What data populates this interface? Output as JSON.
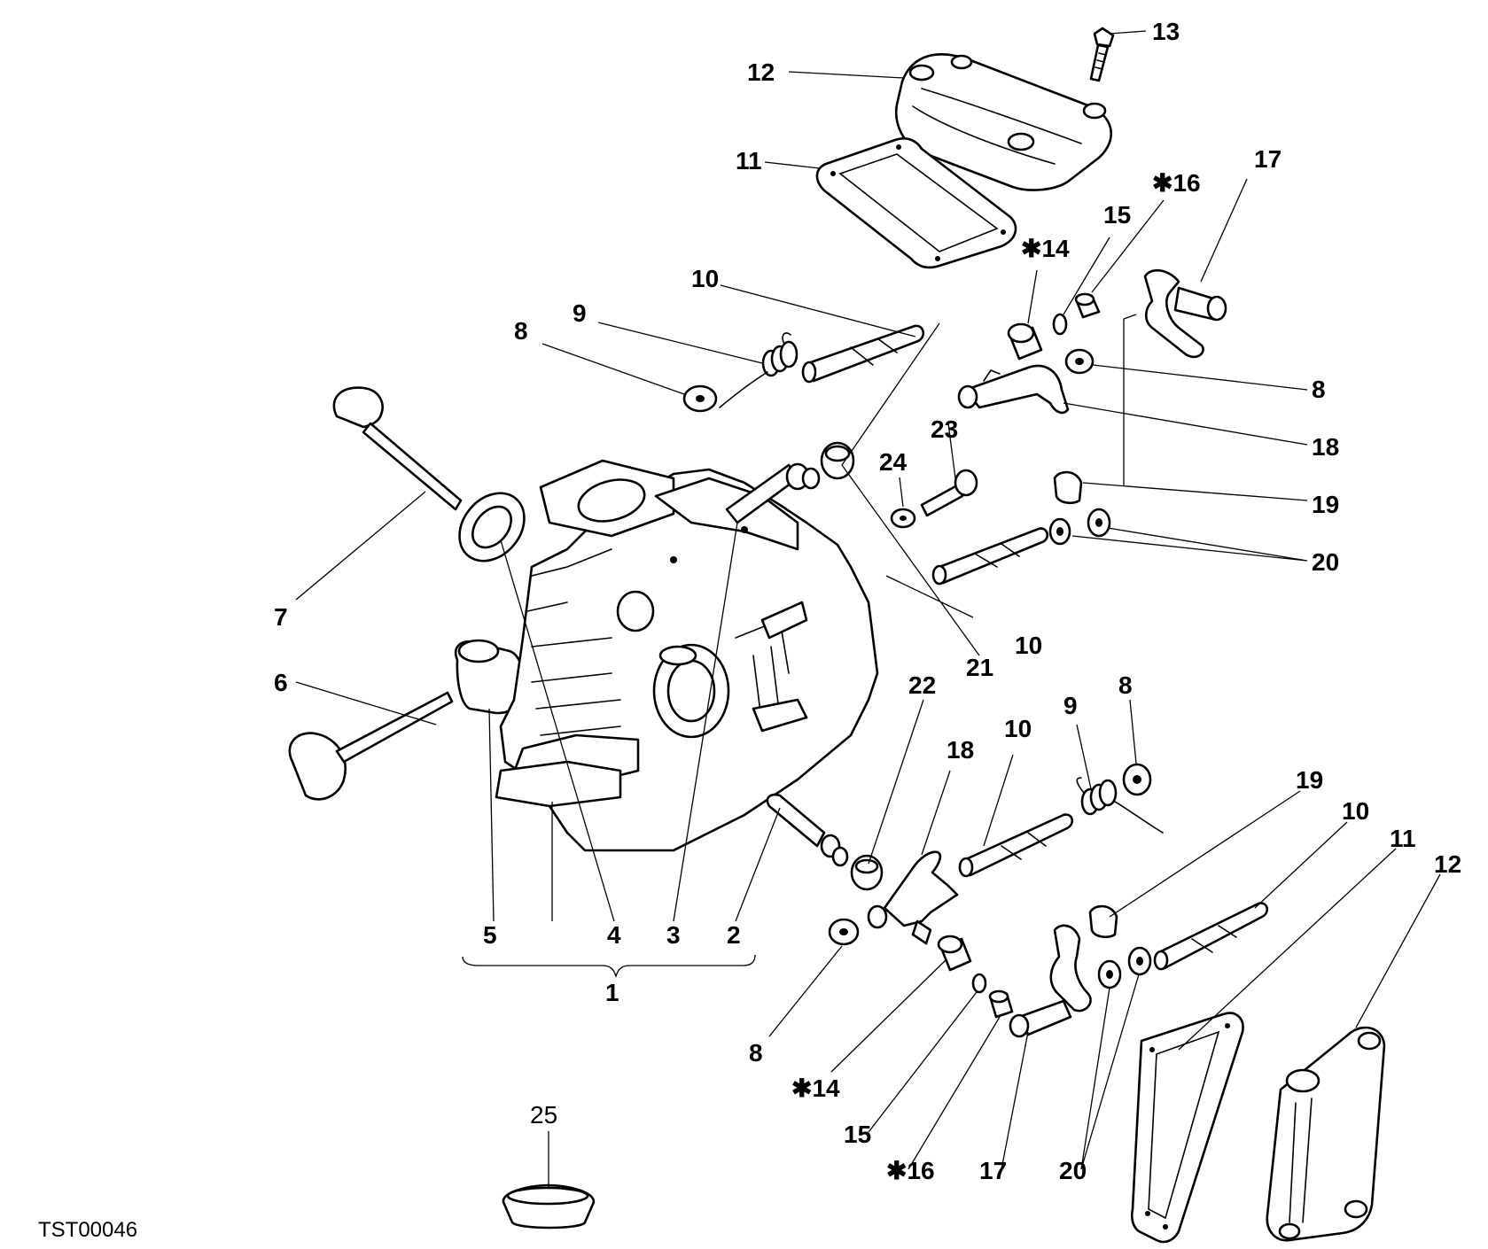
{
  "diagram": {
    "figure_code": "TST00046",
    "callouts": {
      "c1": "1",
      "c2": "2",
      "c3": "3",
      "c4": "4",
      "c5": "5",
      "c6": "6",
      "c7": "7",
      "c8a": "8",
      "c8b": "8",
      "c8c": "8",
      "c8d": "8",
      "c9a": "9",
      "c9b": "9",
      "c10a": "10",
      "c10b": "10",
      "c10c": "10",
      "c10d": "10",
      "c11a": "11",
      "c11b": "11",
      "c12a": "12",
      "c12b": "12",
      "c13": "13",
      "c14a": "✱14",
      "c14b": "✱14",
      "c15a": "15",
      "c15b": "15",
      "c16a": "✱16",
      "c16b": "✱16",
      "c17a": "17",
      "c17b": "17",
      "c18a": "18",
      "c18b": "18",
      "c19a": "19",
      "c19b": "19",
      "c20a": "20",
      "c20b": "20",
      "c21": "21",
      "c22": "22",
      "c23": "23",
      "c24": "24",
      "c25": "25"
    }
  }
}
